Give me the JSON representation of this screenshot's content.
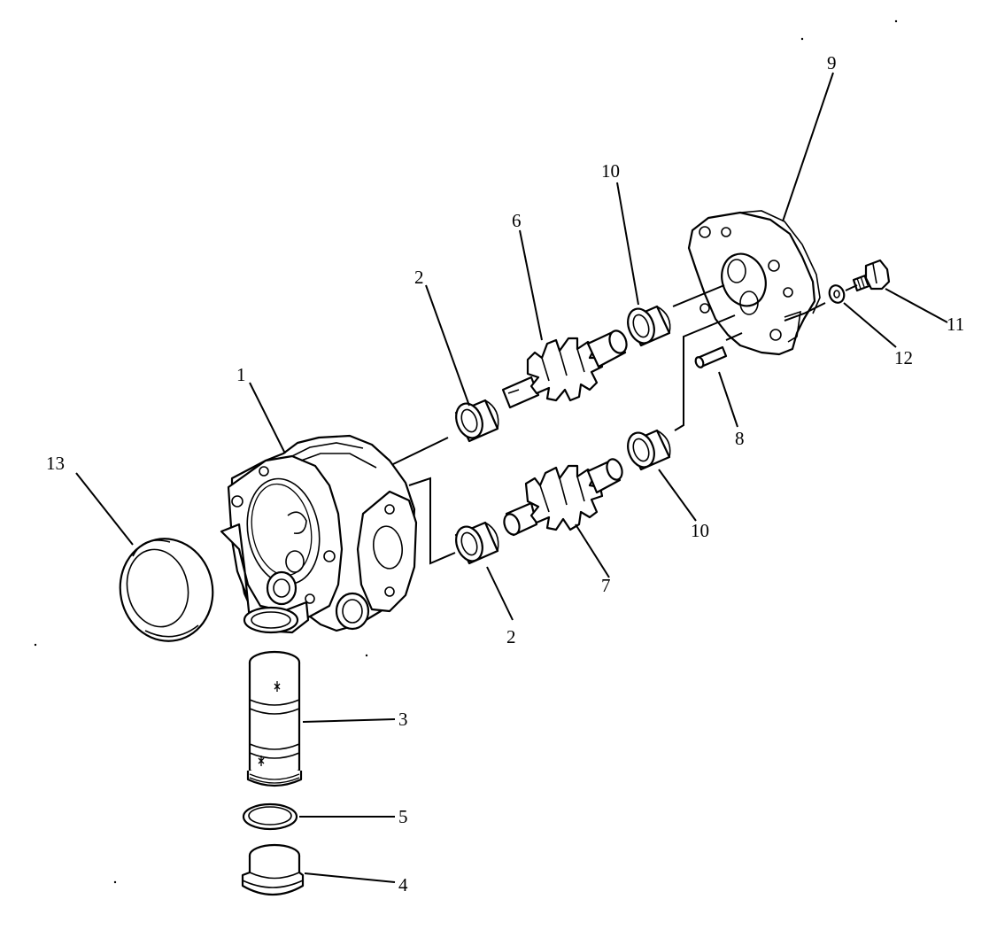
{
  "diagram": {
    "callouts": {
      "c1": "1",
      "c2a": "2",
      "c2b": "2",
      "c3": "3",
      "c4": "4",
      "c5": "5",
      "c6": "6",
      "c7": "7",
      "c8": "8",
      "c9": "9",
      "c10a": "10",
      "c10b": "10",
      "c11": "11",
      "c12": "12",
      "c13": "13"
    },
    "palette": {
      "ink": "#000000",
      "paper": "#ffffff"
    }
  }
}
